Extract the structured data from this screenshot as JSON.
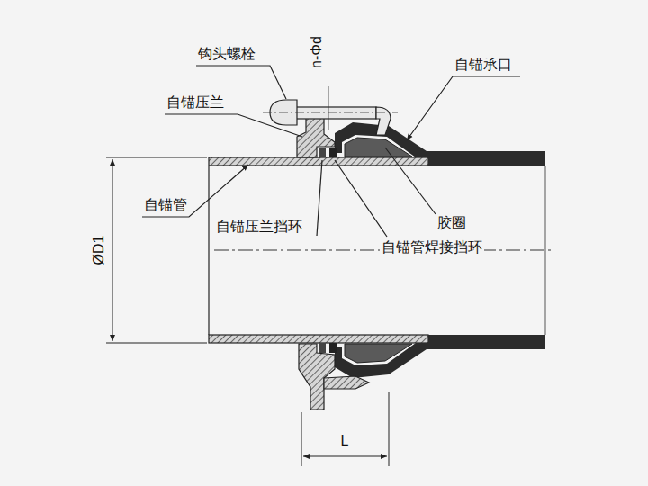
{
  "diagram": {
    "labels": [
      "钩头螺栓",
      "n-Φd",
      "自锚承口",
      "自锚压兰",
      "自锚管",
      "胶圈",
      "自锚压兰挡环",
      "自锚管焊接挡环",
      "ØD1",
      "L"
    ]
  }
}
